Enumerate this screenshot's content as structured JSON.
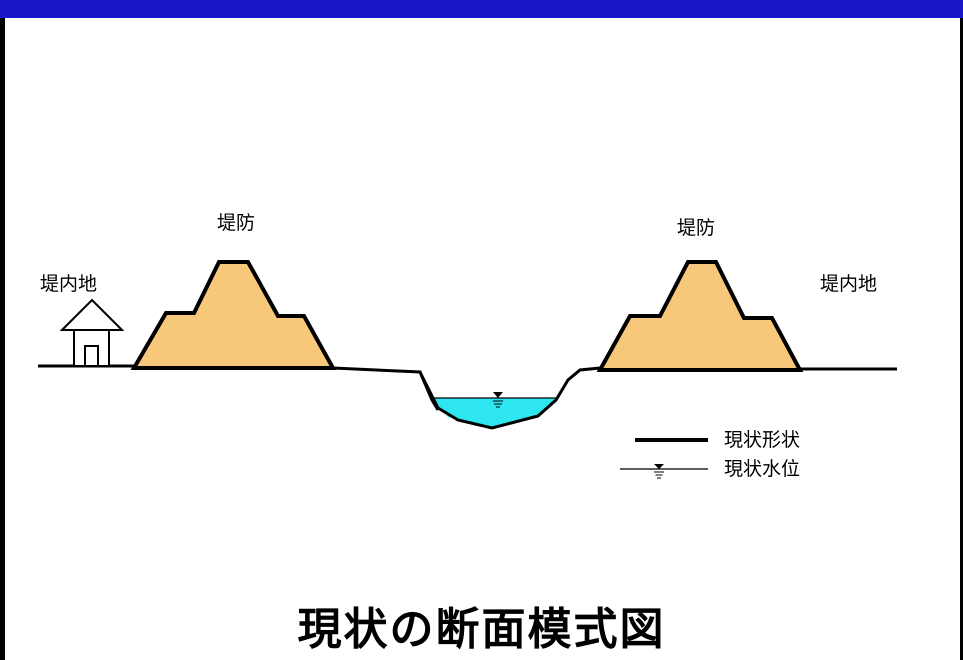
{
  "colors": {
    "header_bar": "#1818c8",
    "embankment_fill": "#f7c77a",
    "water_fill": "#2ee6f0",
    "line": "#000000"
  },
  "labels": {
    "embankment_left": "堤防",
    "embankment_right": "堤防",
    "inland_left": "堤内地",
    "inland_right": "堤内地"
  },
  "legend": {
    "current_shape": "現状形状",
    "current_water_level": "現状水位"
  },
  "title": "現状の断面模式図",
  "icons": [
    "house-icon",
    "water-level-marker-icon"
  ]
}
